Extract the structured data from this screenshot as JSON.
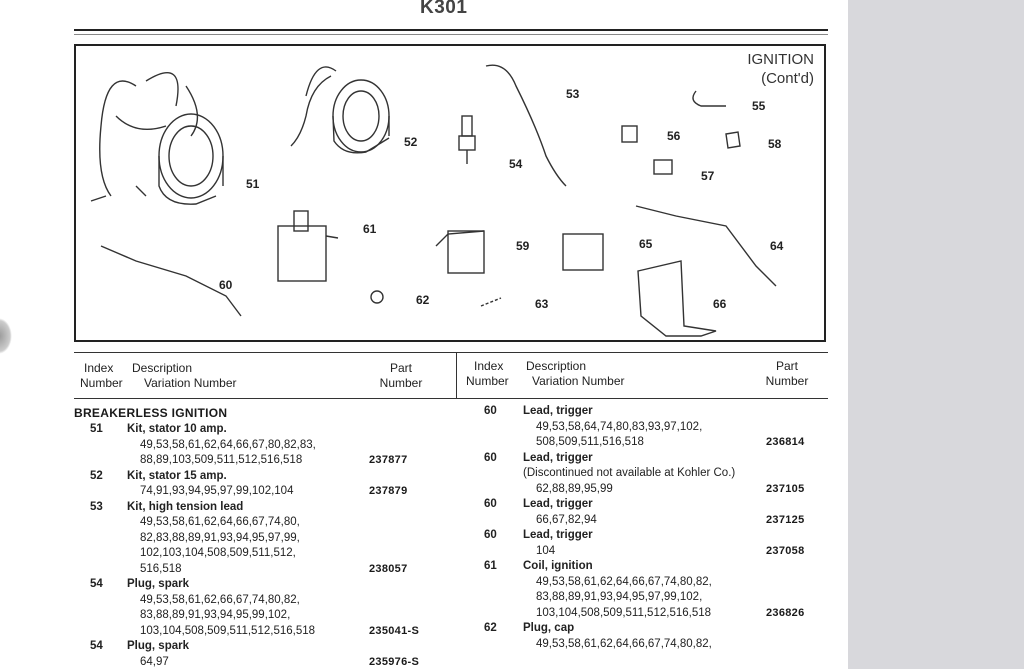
{
  "page": {
    "title": "K301"
  },
  "figure": {
    "caption_line1": "IGNITION",
    "caption_line2": "(Cont'd)",
    "callouts": [
      "51",
      "52",
      "53",
      "54",
      "55",
      "56",
      "57",
      "58",
      "59",
      "60",
      "61",
      "62",
      "63",
      "64",
      "65",
      "66"
    ]
  },
  "table": {
    "left_header": {
      "index1": "Index",
      "index2": "Number",
      "desc1": "Description",
      "desc2": "Variation Number",
      "part1": "Part",
      "part2": "Number"
    },
    "right_header": {
      "index1": "Index",
      "index2": "Number",
      "desc1": "Description",
      "desc2": "Variation Number",
      "part1": "Part",
      "part2": "Number"
    },
    "section": "BREAKERLESS IGNITION",
    "left_rows": [
      {
        "index": "51",
        "desc": "Kit, stator 10 amp.",
        "lines": [
          "49,53,58,61,62,64,66,67,80,82,83,",
          "88,89,103,509,511,512,516,518"
        ],
        "part": "237877"
      },
      {
        "index": "52",
        "desc": "Kit, stator 15 amp.",
        "lines": [
          "74,91,93,94,95,97,99,102,104"
        ],
        "part": "237879"
      },
      {
        "index": "53",
        "desc": "Kit, high tension lead",
        "lines": [
          "49,53,58,61,62,64,66,67,74,80,",
          "82,83,88,89,91,93,94,95,97,99,",
          "102,103,104,508,509,511,512,",
          "516,518"
        ],
        "part": "238057"
      },
      {
        "index": "54",
        "desc": "Plug, spark",
        "lines": [
          "49,53,58,61,62,66,67,74,80,82,",
          "83,88,89,91,93,94,95,99,102,",
          "103,104,508,509,511,512,516,518"
        ],
        "part": "235041-S"
      },
      {
        "index": "54",
        "desc": "Plug, spark",
        "lines": [
          "64,97"
        ],
        "part": "235976-S"
      }
    ],
    "right_rows": [
      {
        "index": "60",
        "desc": "Lead, trigger",
        "lines": [
          "49,53,58,64,74,80,83,93,97,102,",
          "508,509,511,516,518"
        ],
        "part": "236814"
      },
      {
        "index": "60",
        "desc": "Lead, trigger",
        "lines": [
          "(Discontinued not available at Kohler Co.)",
          "62,88,89,95,99"
        ],
        "part": "237105"
      },
      {
        "index": "60",
        "desc": "Lead, trigger",
        "lines": [
          "66,67,82,94"
        ],
        "part": "237125"
      },
      {
        "index": "60",
        "desc": "Lead, trigger",
        "lines": [
          "104"
        ],
        "part": "237058"
      },
      {
        "index": "61",
        "desc": "Coil, ignition",
        "lines": [
          "49,53,58,61,62,64,66,67,74,80,82,",
          "83,88,89,91,93,94,95,97,99,102,",
          "103,104,508,509,511,512,516,518"
        ],
        "part": "236826"
      },
      {
        "index": "62",
        "desc": "Plug, cap",
        "lines": [
          "49,53,58,61,62,64,66,67,74,80,82,"
        ],
        "part": ""
      }
    ]
  }
}
